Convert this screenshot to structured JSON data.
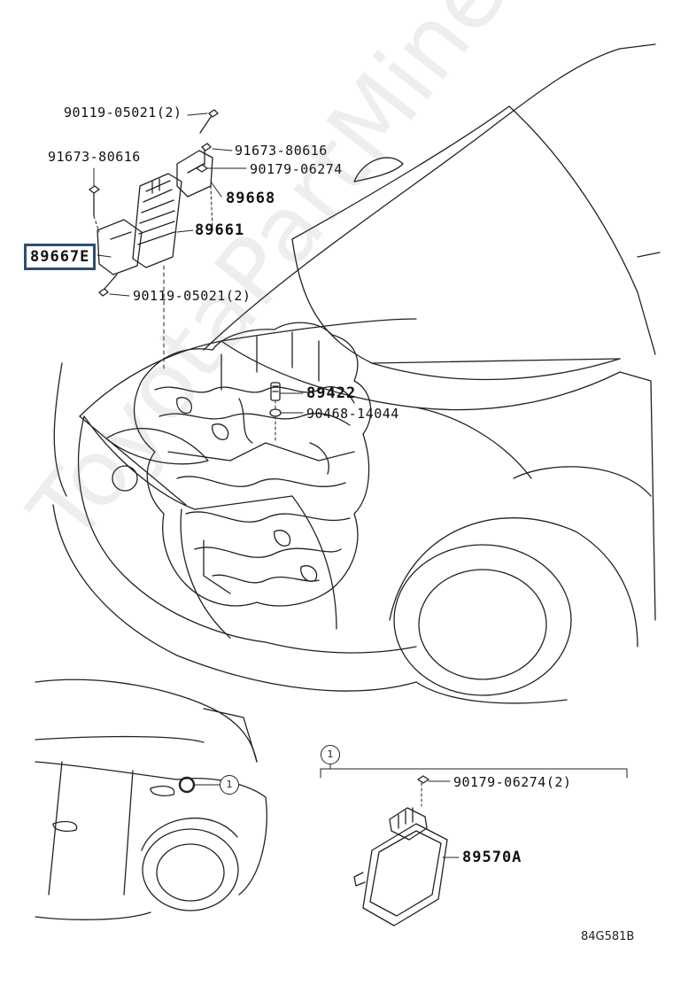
{
  "labels": {
    "bolt_top": "90119-05021(2)",
    "bolt_left": "91673-80616",
    "bolt_right": "91673-80616",
    "nut_right": "90179-06274",
    "bracket": "89668",
    "ecu": "89661",
    "bracket_highlight": "89667E",
    "bolt_bottom": "90119-05021(2)",
    "sensor": "89422",
    "gasket": "90468-14044",
    "inset_nut": "90179-06274(2)",
    "inset_module": "89570A"
  },
  "callouts": {
    "inset_header": "1",
    "car_rear": "1"
  },
  "diagram_code": "84G581B",
  "watermark": "ToyotaPartMine.ru",
  "colors": {
    "highlight_border": "#2f4f6f",
    "line": "#222222"
  }
}
